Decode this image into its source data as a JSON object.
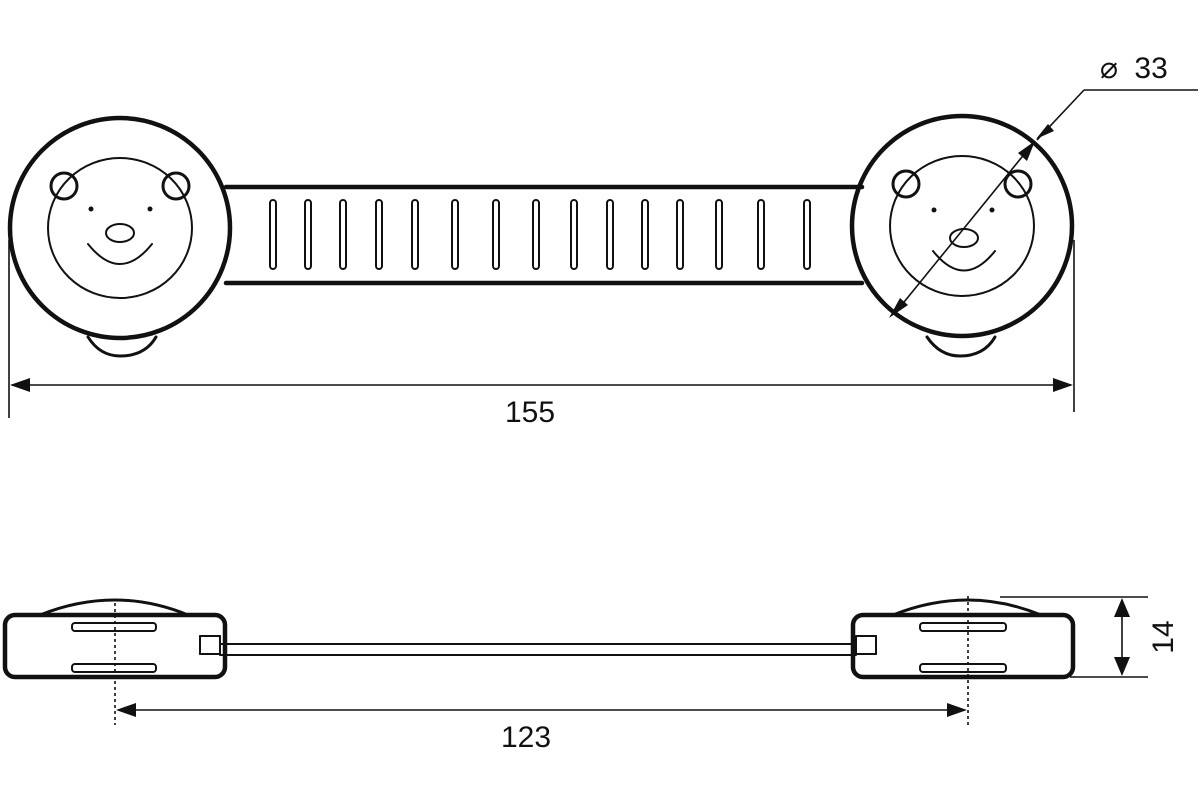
{
  "dimensions": {
    "overall_length": "155",
    "knob_diameter_symbol": "⌀",
    "knob_diameter_value": "33",
    "mount_spacing": "123",
    "height": "14"
  }
}
